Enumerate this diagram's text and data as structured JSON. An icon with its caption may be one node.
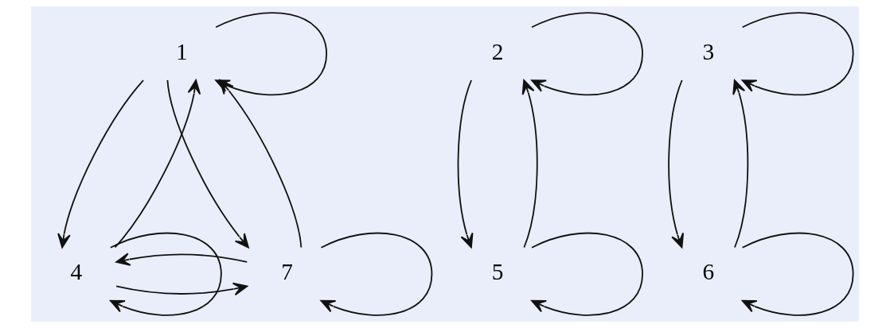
{
  "diagram": {
    "nodes": [
      {
        "text": [
          "1"
        ]
      },
      {
        "text": [
          "2"
        ]
      },
      {
        "text": [
          "3"
        ]
      },
      {
        "text": [
          "4"
        ]
      },
      {
        "text": [
          "5"
        ]
      },
      {
        "text": [
          "6"
        ]
      },
      {
        "text": [
          "7"
        ]
      }
    ],
    "edges": [
      {
        "from": 0,
        "to": 0,
        "arrow": "to"
      },
      {
        "from": 3,
        "to": 0,
        "arrow": "to"
      },
      {
        "from": 0,
        "to": 3,
        "arrow": "to"
      },
      {
        "from": 0,
        "to": 6,
        "arrow": "to"
      },
      {
        "from": 6,
        "to": 0,
        "arrow": "to"
      },
      {
        "from": 3,
        "to": 6,
        "arrow": "to"
      },
      {
        "from": 6,
        "to": 3,
        "arrow": "to"
      },
      {
        "from": 3,
        "to": 3,
        "arrow": "to"
      },
      {
        "from": 6,
        "to": 6,
        "arrow": "to"
      },
      {
        "from": 1,
        "to": 1,
        "arrow": "to"
      },
      {
        "from": 4,
        "to": 1,
        "arrow": "to"
      },
      {
        "from": 1,
        "to": 4,
        "arrow": "to"
      },
      {
        "from": 4,
        "to": 4,
        "arrow": "to"
      },
      {
        "from": 2,
        "to": 2,
        "arrow": "to"
      },
      {
        "from": 5,
        "to": 2,
        "arrow": "to"
      },
      {
        "from": 2,
        "to": 5,
        "arrow": "to"
      },
      {
        "from": 5,
        "to": 5,
        "arrow": "to"
      }
    ]
  }
}
